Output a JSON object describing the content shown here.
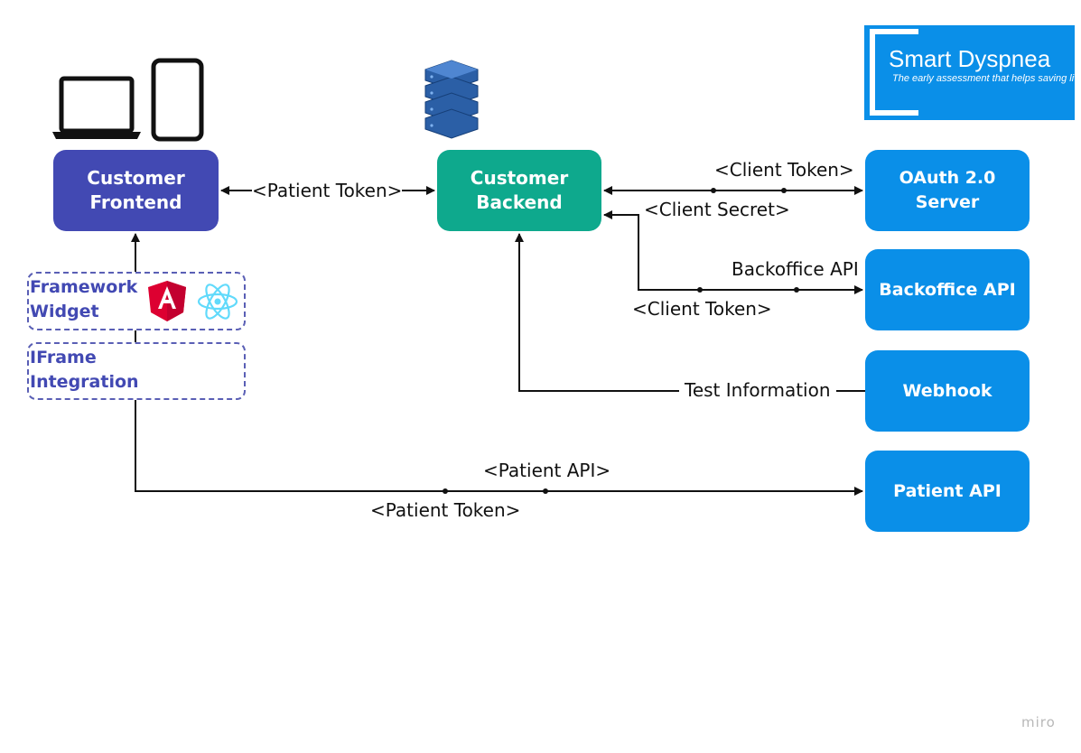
{
  "nodes": {
    "frontend": "Customer\nFrontend",
    "backend": "Customer\nBackend",
    "oauth": "OAuth 2.0 Server",
    "backoffice": "Backoffice API",
    "webhook": "Webhook",
    "patient_api": "Patient API"
  },
  "integrations": {
    "framework_widget": "Framework\nWidget",
    "iframe": "IFrame\nIntegration"
  },
  "edge_labels": {
    "patient_token_fe_be": "<Patient Token>",
    "client_token_oauth": "<Client Token>",
    "client_secret": "<Client Secret>",
    "backoffice_api": "Backoffice API",
    "client_token_backoffice": "<Client Token>",
    "test_information": "Test Information",
    "patient_api": "<Patient API>",
    "patient_token_patient_api": "<Patient Token>"
  },
  "logo": {
    "title": "Smart Dyspnea",
    "subtitle": "The early assessment that helps saving lives"
  },
  "watermark": "miro",
  "icons": [
    "laptop-icon",
    "phone-icon",
    "server-stack-icon",
    "angular-icon",
    "react-icon"
  ],
  "colors": {
    "frontend": "#4249b3",
    "backend": "#0ea98d",
    "service": "#0a8fe8",
    "edge": "#111111"
  }
}
